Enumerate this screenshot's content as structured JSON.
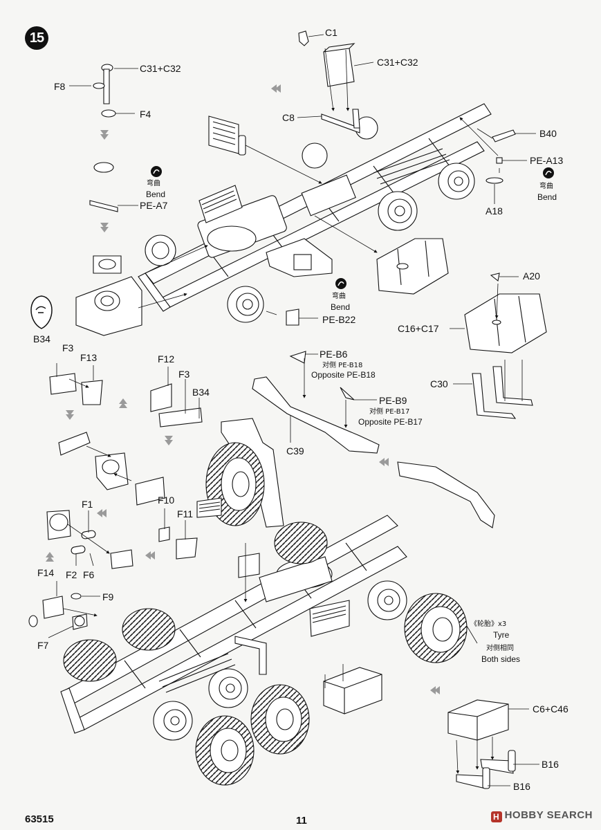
{
  "step": "15",
  "page_number": "11",
  "kit_number": "63515",
  "watermark": "HOBBY SEARCH",
  "callouts": {
    "c1": "C1",
    "c31_c32_top": "C31+C32",
    "c31_c32_left": "C31+C32",
    "c8": "C8",
    "f8": "F8",
    "f4": "F4",
    "b40": "B40",
    "pe_a13": "PE-A13",
    "a18": "A18",
    "pe_a7": "PE-A7",
    "a20": "A20",
    "c16_c17": "C16+C17",
    "pe_b22": "PE-B22",
    "b34_icon": "B34",
    "f3_a": "F3",
    "f13": "F13",
    "f12": "F12",
    "f3_b": "F3",
    "b34_b": "B34",
    "pe_b6": "PE-B6",
    "pe_b9": "PE-B9",
    "c30": "C30",
    "c39": "C39",
    "f1": "F1",
    "f10": "F10",
    "f11": "F11",
    "f2": "F2",
    "f6": "F6",
    "f14": "F14",
    "f9": "F9",
    "f7": "F7",
    "c6_c46": "C6+C46",
    "b16_a": "B16",
    "b16_b": "B16"
  },
  "notes": {
    "bend_cn_1": "弯曲",
    "bend_en_1": "Bend",
    "bend_cn_2": "弯曲",
    "bend_en_2": "Bend",
    "bend_cn_3": "弯曲",
    "bend_en_3": "Bend",
    "opposite_b18_cn": "对侧 PE-B18",
    "opposite_b18_en": "Opposite PE-B18",
    "opposite_b17_cn": "对侧 PE-B17",
    "opposite_b17_en": "Opposite PE-B17",
    "tyre_cn": "《轮胎》x3",
    "tyre_en": "Tyre",
    "both_sides_cn": "对侧相同",
    "both_sides_en": "Both sides"
  },
  "colors": {
    "ink": "#111111",
    "paper": "#f6f6f4",
    "arrow_gray": "#9a9a9a",
    "brand_red": "#b5342a"
  }
}
